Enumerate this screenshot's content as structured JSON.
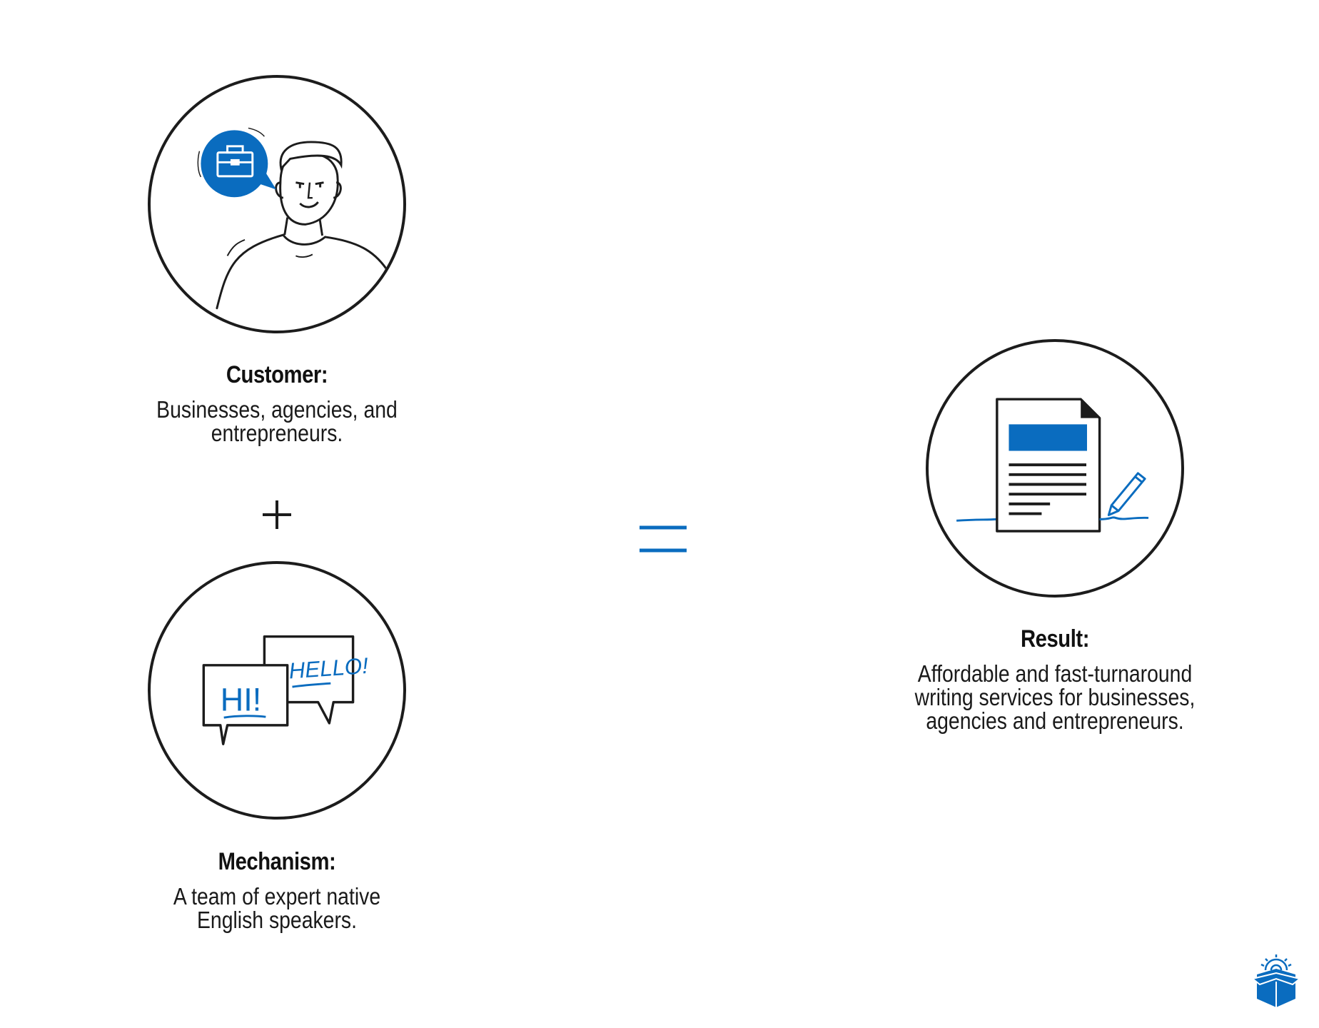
{
  "colors": {
    "accent": "#0a6cbf",
    "stroke": "#1c1c1c",
    "background": "#ffffff"
  },
  "customer": {
    "title": "Customer:",
    "description": "Businesses, agencies, and\nentrepreneurs.",
    "icons": [
      "person-icon",
      "briefcase-icon",
      "speech-bubble-icon"
    ]
  },
  "plus_symbol": "+",
  "mechanism": {
    "title": "Mechanism:",
    "description": "A team of expert native\nEnglish speakers.",
    "bubble_left_text": "HI!",
    "bubble_right_text": "HELLO!",
    "icons": [
      "speech-bubbles-icon"
    ]
  },
  "equals_symbol": "=",
  "result": {
    "title": "Result:",
    "description": "Affordable and fast-turnaround\nwriting services for businesses,\nagencies and entrepreneurs.",
    "icons": [
      "document-icon",
      "pencil-icon"
    ]
  },
  "brand": {
    "icons": [
      "box-gear-logo-icon"
    ]
  }
}
